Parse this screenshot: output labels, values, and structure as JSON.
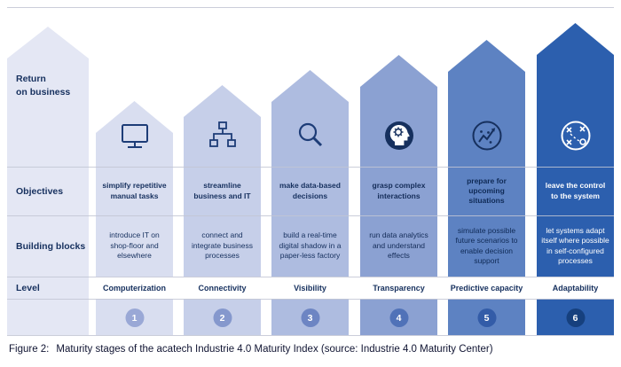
{
  "figure": {
    "caption_label": "Figure 2:",
    "caption_text": "Maturity stages of the acatech Industrie 4.0 Maturity Index (source: Industrie 4.0 Maturity Center)"
  },
  "base_column": {
    "label_line1": "Return",
    "label_line2": "on business",
    "color": "#e4e7f4"
  },
  "row_labels": {
    "objectives": "Objectives",
    "building_blocks": "Building blocks",
    "level": "Level"
  },
  "stages": [
    {
      "number": "1",
      "icon": "computer-monitor-icon",
      "objective": "simplify repetitive manual tasks",
      "building_block": "introduce IT on shop-floor and elsewhere",
      "level": "Computerization",
      "color": "#d9def0",
      "badge_color": "#9aa8d6",
      "text_color": "#16305e"
    },
    {
      "number": "2",
      "icon": "network-hierarchy-icon",
      "objective": "streamline business and IT",
      "building_block": "connect and integrate business processes",
      "level": "Connectivity",
      "color": "#c6cfe9",
      "badge_color": "#8598cd",
      "text_color": "#16305e"
    },
    {
      "number": "3",
      "icon": "magnifier-icon",
      "objective": "make data-based decisions",
      "building_block": "build a real-time digital shadow in a paper-less factory",
      "level": "Visibility",
      "color": "#aebce0",
      "badge_color": "#6d85c3",
      "text_color": "#16305e"
    },
    {
      "number": "4",
      "icon": "head-gears-icon",
      "objective": "grasp complex interactions",
      "building_block": "run data analytics and understand effects",
      "level": "Transparency",
      "color": "#8ba1d2",
      "badge_color": "#5072b8",
      "text_color": "#142c58"
    },
    {
      "number": "5",
      "icon": "forecast-chart-icon",
      "objective": "prepare for upcoming situations",
      "building_block": "simulate possible future scenarios to enable decision support",
      "level": "Predictive capacity",
      "color": "#5d82c2",
      "badge_color": "#335ca8",
      "text_color": "#0f2a56"
    },
    {
      "number": "6",
      "icon": "strategy-icon",
      "objective": "leave the control to the system",
      "building_block": "let systems adapt itself where possible in self-configured processes",
      "level": "Adaptability",
      "color": "#2c5fae",
      "badge_color": "#16407e",
      "text_color": "#ffffff"
    }
  ]
}
